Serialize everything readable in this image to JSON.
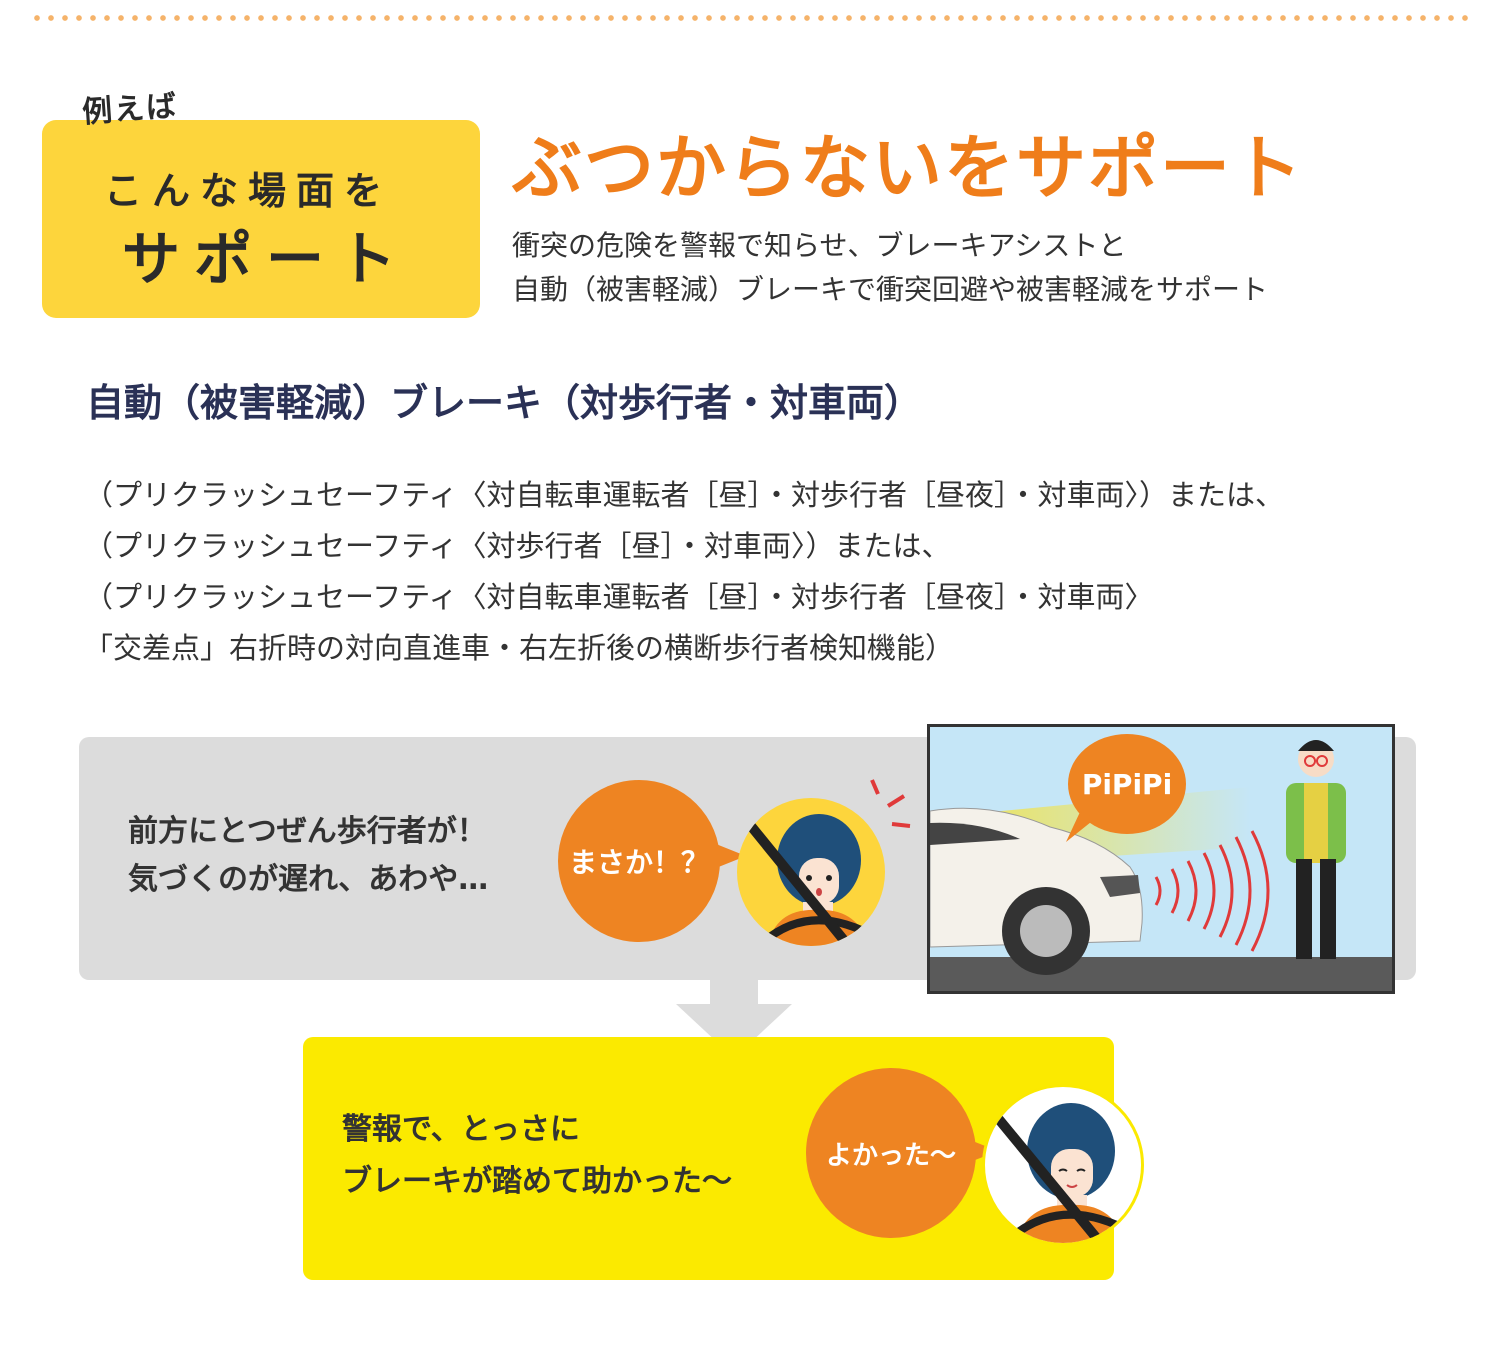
{
  "badge": {
    "line1": "例えば",
    "line2": "こんな場面を",
    "line3": "サポート"
  },
  "headline": "ぶつからないをサポート",
  "subtext": {
    "line1": "衝突の危険を警報で知らせ、ブレーキアシストと",
    "line2": "自動（被害軽減）ブレーキで衝突回避や被害軽減をサポート"
  },
  "section_title": "自動（被害軽減）ブレーキ（対歩行者・対車両）",
  "notes": [
    "（プリクラッシュセーフティ〈対自転車運転者［昼］・対歩行者［昼夜］・対車両〉）または、",
    "（プリクラッシュセーフティ〈対歩行者［昼］・対車両〉）または、",
    "（プリクラッシュセーフティ〈対自転車運転者［昼］・対歩行者［昼夜］・対車両〉",
    "「交差点」右折時の対向直進車・右左折後の横断歩行者検知機能）"
  ],
  "scenario1": {
    "line1": "前方にとつぜん歩行者が！",
    "line2": "気づくのが遅れ、あわや…",
    "bubble": "まさか！？",
    "alert": "PiPiPi"
  },
  "scenario2": {
    "line1": "警報で、とっさに",
    "line2": "ブレーキが踏めて助かった〜",
    "bubble": "よかった〜"
  },
  "colors": {
    "accent_orange": "#ef7d1a",
    "badge_yellow": "#fdd53c",
    "panel_yellow": "#fbea00",
    "panel_grey": "#dcdcdc",
    "title_navy": "#2a3156"
  }
}
